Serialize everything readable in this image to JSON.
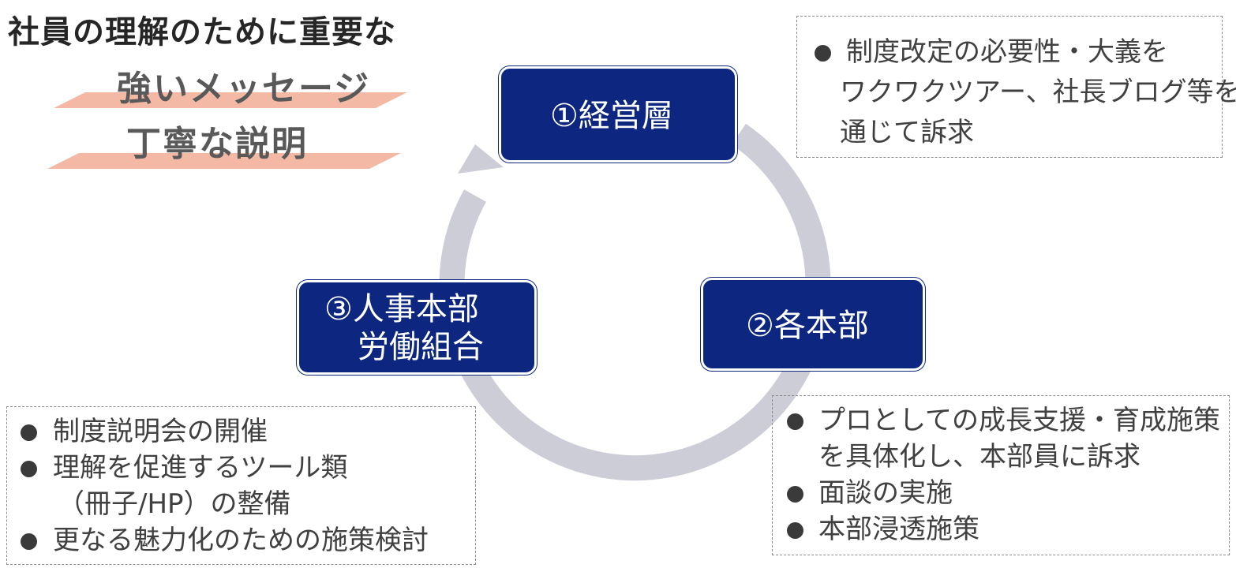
{
  "header": {
    "title": "社員の理解のために重要な",
    "messages": [
      "強いメッセージ",
      "丁寧な説明"
    ]
  },
  "nodes": {
    "management": "①経営層",
    "divisions": "②各本部",
    "hr_line1": "③人事本部",
    "hr_line2": "労働組合"
  },
  "notes": {
    "management": [
      "制度改定の必要性・大義を",
      "ワクワクツアー、社長ブログ等を",
      "通じて訴求"
    ],
    "divisions": [
      "プロとしての成長支援・育成施策",
      "を具体化し、本部員に訴求",
      "面談の実施",
      "本部浸透施策"
    ],
    "hr": [
      "制度説明会の開催",
      "理解を促進するツール類",
      "（冊子/HP）の整備",
      "更なる魅力化のための施策検討"
    ]
  },
  "colors": {
    "node_fill": "#0d2780",
    "cycle_arrow": "#cdcdd8",
    "highlight_band": "#f4b9a5",
    "bullet": "#3a3a3a"
  }
}
